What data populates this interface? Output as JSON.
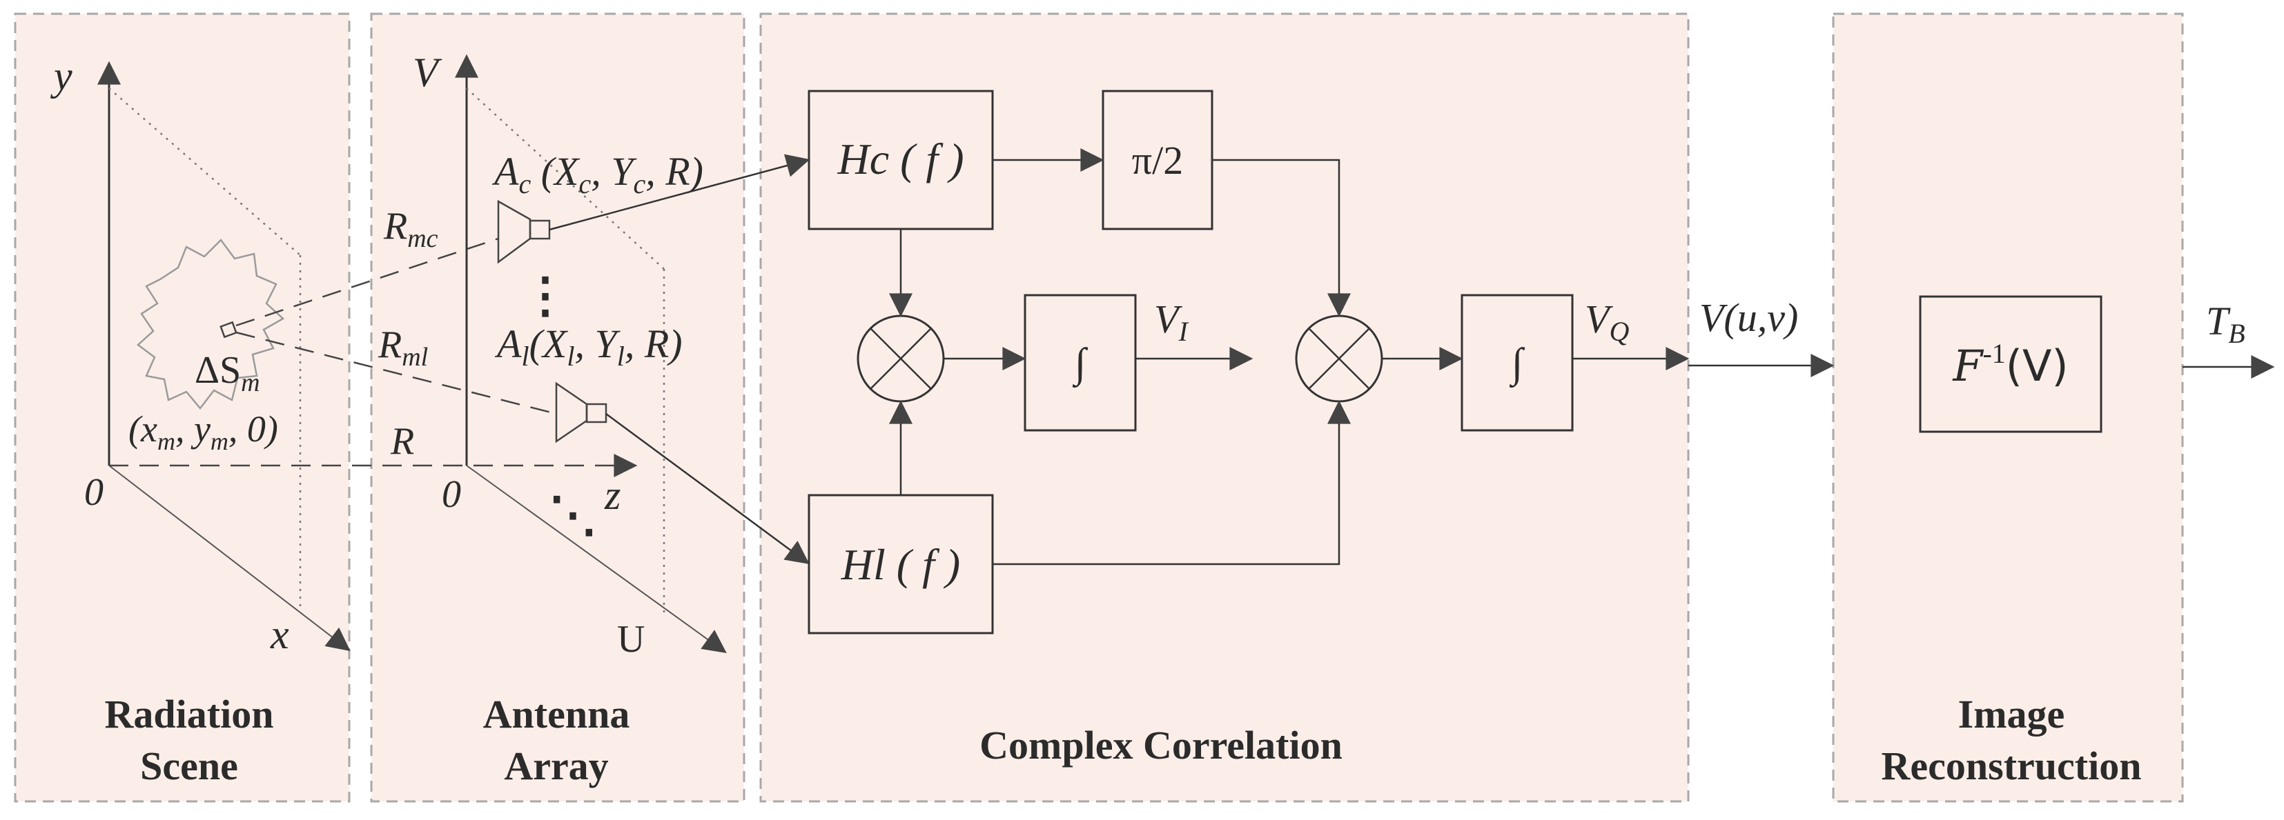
{
  "panels": {
    "radiation_scene": {
      "title_line1": "Radiation",
      "title_line2": "Scene"
    },
    "antenna_array": {
      "title_line1": "Antenna",
      "title_line2": "Array"
    },
    "complex_correlation": {
      "title": "Complex Correlation"
    },
    "image_reconstruction": {
      "title_line1": "Image",
      "title_line2": "Reconstruction"
    }
  },
  "scene_axes": {
    "y": "y",
    "x": "x",
    "origin": "0"
  },
  "source": {
    "delta": "ΔS",
    "sub_m": "m",
    "coord_open": "(x",
    "coord_y": ", y",
    "coord_close": ", 0)"
  },
  "distances": {
    "r_mc": "R",
    "r_mc_sub": "mc",
    "r_ml": "R",
    "r_ml_sub": "ml",
    "r": "R"
  },
  "array_axes": {
    "v": "V",
    "u": "U",
    "z": "z",
    "origin": "0"
  },
  "antenna_c": {
    "a": "A",
    "sub": "c",
    "coords": " (X",
    "sub_x": "c",
    "mid": ", Y",
    "sub_y": "c",
    "tail": ", R)"
  },
  "antenna_l": {
    "a": "A",
    "sub": "l",
    "coords": "(X",
    "sub_x": "l",
    "mid": ", Y",
    "sub_y": "l",
    "tail": ", R)"
  },
  "ellipsis": {
    "vertical": "⋮",
    "diagonal": "⋱"
  },
  "blocks": {
    "hc": "Hc ( f )",
    "hl": "Hl ( f )",
    "phase": "π/2",
    "integrator": "∫",
    "inverse": "F",
    "inverse_sup": "-1",
    "inverse_arg": "(V)"
  },
  "signals": {
    "vi": "V",
    "vi_sub": "I",
    "vq": "V",
    "vq_sub": "Q",
    "visibility": "V(u,v)",
    "tb": "T",
    "tb_sub": "B"
  }
}
